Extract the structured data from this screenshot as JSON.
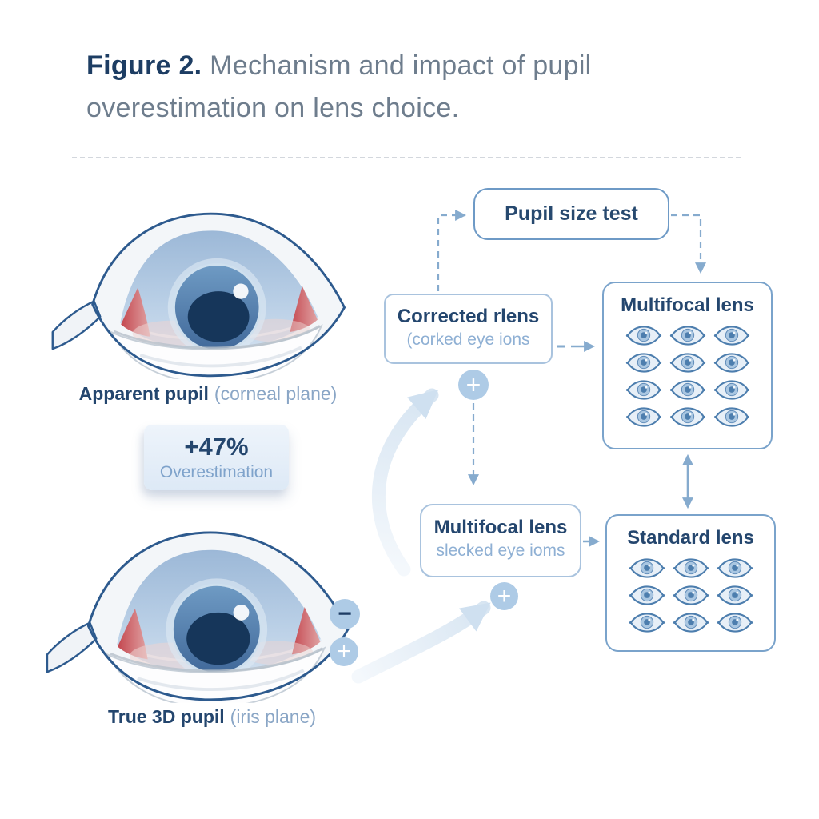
{
  "title": {
    "prefix": "Figure 2.",
    "rest": " Mechanism and impact of pupil overestimation on lens choice."
  },
  "left_panel": {
    "apparent_pupil": {
      "bold": "Apparent pupil",
      "light": "(corneal plane)"
    },
    "overestimation_callout": {
      "value": "+47%",
      "label": "Overestimation"
    },
    "true_pupil": {
      "bold": "True 3D pupil",
      "light": "(iris plane)"
    },
    "minus_symbol": "−",
    "plus_symbol": "+"
  },
  "flowchart": {
    "pupil_size_test": {
      "label": "Pupil size test"
    },
    "corrected_lens": {
      "title": "Corrected rlens",
      "subtitle": "(corked eye ions"
    },
    "multifocal_lens_grid": {
      "title": "Multifocal lens",
      "eye_rows": 4,
      "eye_cols": 3
    },
    "multifocal_lens_mid": {
      "title": "Multifocal lens",
      "subtitle": "slecked eye ioms"
    },
    "standard_lens_grid": {
      "title": "Standard lens",
      "eye_rows": 3,
      "eye_cols": 3
    },
    "plus_symbol": "+"
  },
  "colors": {
    "navy_text": "#24466e",
    "slate_title": "#6e7d8d",
    "light_blue_text": "#8fb0d4",
    "box_border_strong": "#6e9ac6",
    "box_border_soft": "#a9c3de",
    "arrow": "#86abce",
    "faded_arrow": "#d7e5f2",
    "circle_fill": "#aecbe6",
    "eye_red": "#c4474f",
    "iris_blue": "#527fae",
    "pupil_navy": "#16365a"
  }
}
